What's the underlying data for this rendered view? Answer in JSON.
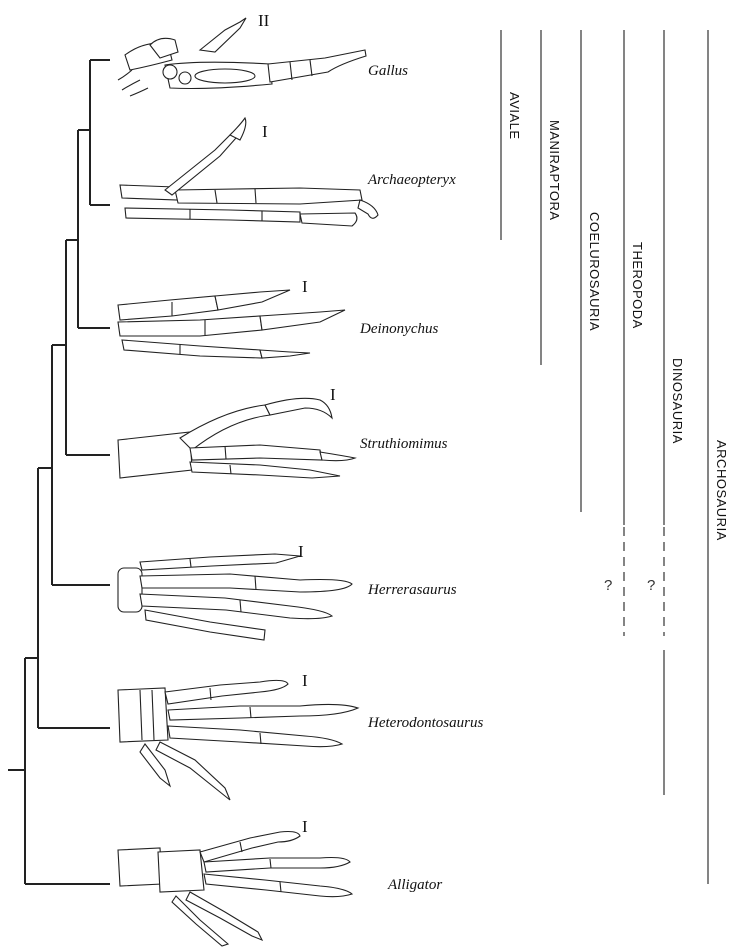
{
  "taxa": [
    {
      "name": "Gallus",
      "digit_label": "II"
    },
    {
      "name": "Archaeopteryx",
      "digit_label": "I"
    },
    {
      "name": "Deinonychus",
      "digit_label": "I"
    },
    {
      "name": "Struthiomimus",
      "digit_label": "I"
    },
    {
      "name": "Herrerasaurus",
      "digit_label": "I"
    },
    {
      "name": "Heterodontosaurus",
      "digit_label": "I"
    },
    {
      "name": "Alligator",
      "digit_label": "I"
    }
  ],
  "clades": [
    {
      "name": "AVIALE"
    },
    {
      "name": "MANIRAPTORA"
    },
    {
      "name": "COELUROSAURIA"
    },
    {
      "name": "THEROPODA"
    },
    {
      "name": "DINOSAURIA"
    },
    {
      "name": "ARCHOSAURIA"
    }
  ],
  "uncertain_marks": [
    "?",
    "?"
  ]
}
